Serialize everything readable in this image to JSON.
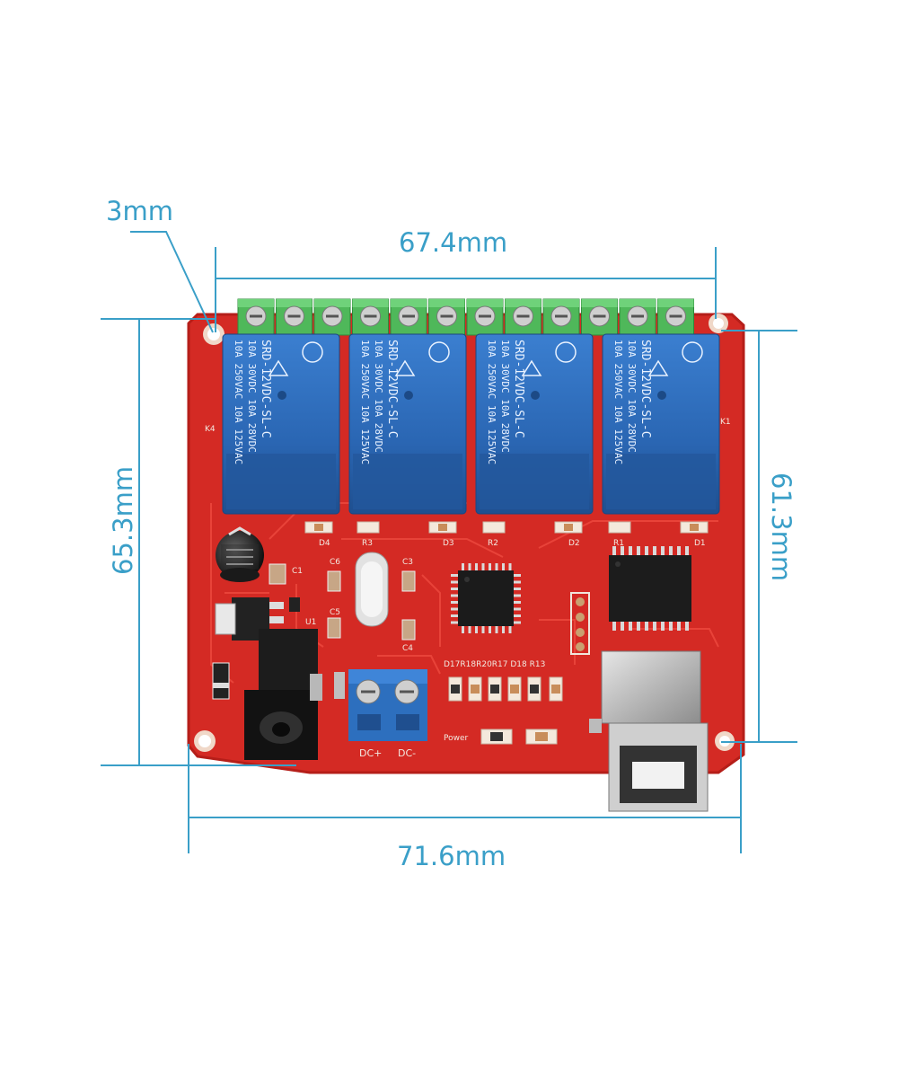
{
  "dimensions": {
    "hole_diameter": "3mm",
    "top_width": "67.4mm",
    "bottom_width": "71.6mm",
    "left_height": "65.3mm",
    "right_height": "61.3mm"
  },
  "colors": {
    "dimension_line": "#3a9fc8",
    "pcb": "#d42a24",
    "relay": "#2f6fbf",
    "terminal_green": "#4fb85a",
    "terminal_blue": "#2d6fbe"
  },
  "relays": [
    {
      "ref": "K4",
      "line1": "10A 250VAC 10A 125VAC",
      "line2": "10A 30VDC 10A 28VDC",
      "model": "SRD-12VDC-SL-C"
    },
    {
      "ref": "",
      "line1": "10A 250VAC 10A 125VAC",
      "line2": "10A 30VDC 10A 28VDC",
      "model": "SRD-12VDC-SL-C"
    },
    {
      "ref": "",
      "line1": "10A 250VAC 10A 125VAC",
      "line2": "10A 30VDC 10A 28VDC",
      "model": "SRD-12VDC-SL-C"
    },
    {
      "ref": "K1",
      "line1": "10A 250VAC 10A 125VAC",
      "line2": "10A 30VDC 10A 28VDC",
      "model": "SRD-12VDC-SL-C"
    }
  ],
  "silkscreen": {
    "d4": "D4",
    "r3": "R3",
    "d3": "D3",
    "r2": "R2",
    "d2": "D2",
    "r1": "R1",
    "d1": "D1",
    "c1": "C1",
    "c6": "C6",
    "c3": "C3",
    "c5": "C5",
    "c4": "C4",
    "u1": "U1",
    "resistor_row": "D17R18R20R17 D18 R13",
    "power": "Power",
    "dc_plus": "DC+",
    "dc_minus": "DC-"
  }
}
